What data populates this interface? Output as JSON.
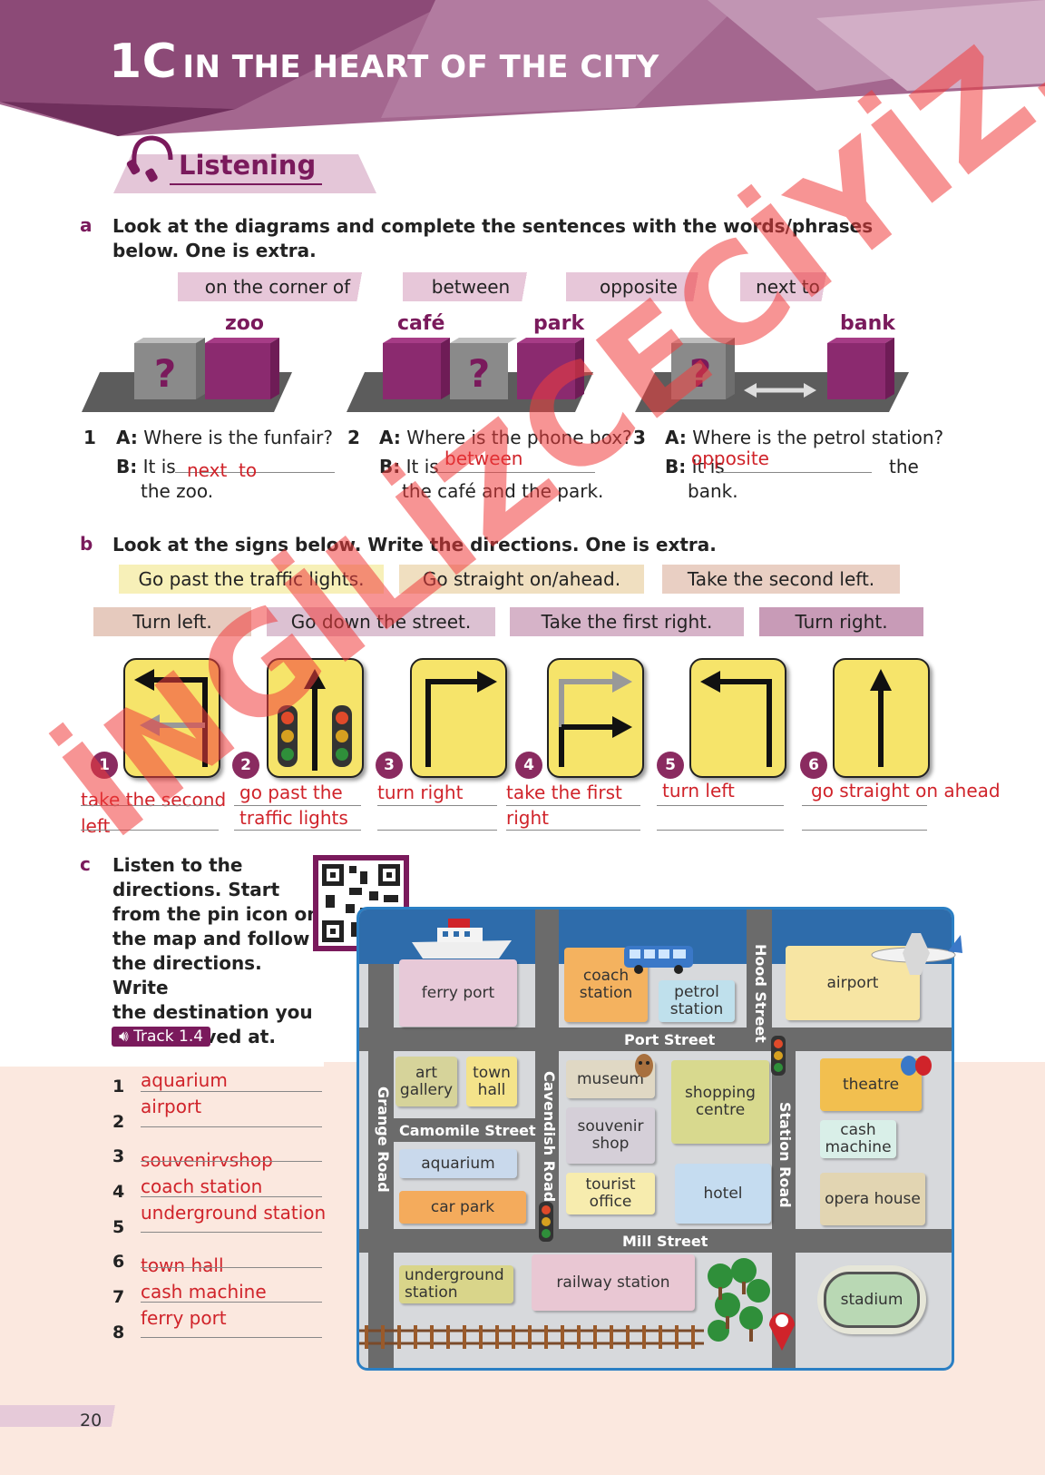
{
  "header": {
    "unit": "1C",
    "title": "IN THE HEART OF THE CITY"
  },
  "section_title": "Listening",
  "a": {
    "letter": "a",
    "instruction": "Look at the diagrams and complete the sentences with the words/phrases below. One is extra.",
    "words": [
      "on the corner of",
      "between",
      "opposite",
      "next to"
    ],
    "diagram_labels": [
      "zoo",
      "café",
      "park",
      "bank"
    ],
    "questions": [
      {
        "num": "1",
        "a_label": "A:",
        "a_text": "Where is the funfair?",
        "b_label": "B:",
        "b_start": "It is",
        "b_end": "the zoo.",
        "answer": "next  to"
      },
      {
        "num": "2",
        "a_label": "A:",
        "a_text": "Where is the phone box?",
        "b_label": "B:",
        "b_start": "It is",
        "b_end": "the café and the park.",
        "answer": "between"
      },
      {
        "num": "3",
        "a_label": "A:",
        "a_text": "Where is the petrol station?",
        "b_label": "B:",
        "b_start": "It is",
        "b_mid": "the",
        "b_end": "bank.",
        "answer": "opposite"
      }
    ]
  },
  "b": {
    "letter": "b",
    "instruction": "Look at the signs below. Write the directions. One is extra.",
    "phrases_row1": [
      "Go past the traffic lights.",
      "Go straight on/ahead.",
      "Take the second left."
    ],
    "phrases_row2": [
      "Turn left.",
      "Go down the street.",
      "Take the first right.",
      "Turn right."
    ],
    "signs": [
      {
        "num": "1",
        "answer_l1": "take the second",
        "answer_l2": "left"
      },
      {
        "num": "2",
        "answer_l1": "go past the",
        "answer_l2": "traffic lights"
      },
      {
        "num": "3",
        "answer_l1": "turn right",
        "answer_l2": ""
      },
      {
        "num": "4",
        "answer_l1": "take the first",
        "answer_l2": "right"
      },
      {
        "num": "5",
        "answer_l1": "turn left",
        "answer_l2": ""
      },
      {
        "num": "6",
        "answer_l1": "go straight on ahead",
        "answer_l2": ""
      }
    ]
  },
  "c": {
    "letter": "c",
    "instruction_lines": [
      "Listen to the",
      "directions. Start",
      "from the pin icon on",
      "the map and follow",
      "the directions. Write",
      "the destination you",
      "have arrived at."
    ],
    "track": "Track 1.4",
    "answers": [
      {
        "num": "1",
        "text": "aquarium"
      },
      {
        "num": "2",
        "text": "airport"
      },
      {
        "num": "3",
        "text": "souvenirvshop"
      },
      {
        "num": "4",
        "text": "coach station"
      },
      {
        "num": "5",
        "text": "underground station"
      },
      {
        "num": "6",
        "text": "town hall"
      },
      {
        "num": "7",
        "text": "cash machine"
      },
      {
        "num": "8",
        "text": "ferry port"
      }
    ]
  },
  "map": {
    "streets": {
      "port": "Port Street",
      "camomile": "Camomile Street",
      "mill": "Mill Street",
      "grange": "Grange Road",
      "cavendish": "Cavendish Road",
      "station": "Station Road",
      "hood": "Hood Street"
    },
    "buildings": {
      "ferry_port": "ferry port",
      "coach_station": "coach station",
      "petrol_station": "petrol station",
      "airport": "airport",
      "art_gallery": "art gallery",
      "town_hall": "town hall",
      "museum": "museum",
      "shopping_centre": "shopping centre",
      "theatre": "theatre",
      "cash_machine": "cash machine",
      "souvenir_shop": "souvenir shop",
      "aquarium": "aquarium",
      "car_park": "car park",
      "tourist_office": "tourist office",
      "hotel": "hotel",
      "opera_house": "opera house",
      "underground_station": "underground station",
      "railway_station": "railway station",
      "stadium": "stadium"
    }
  },
  "page_number": "20",
  "watermark": "İNGİLİZCECİYİZ.COM",
  "colors": {
    "brand": "#7a1a5c",
    "answer": "#d0232a",
    "sign": "#f6e46a"
  }
}
